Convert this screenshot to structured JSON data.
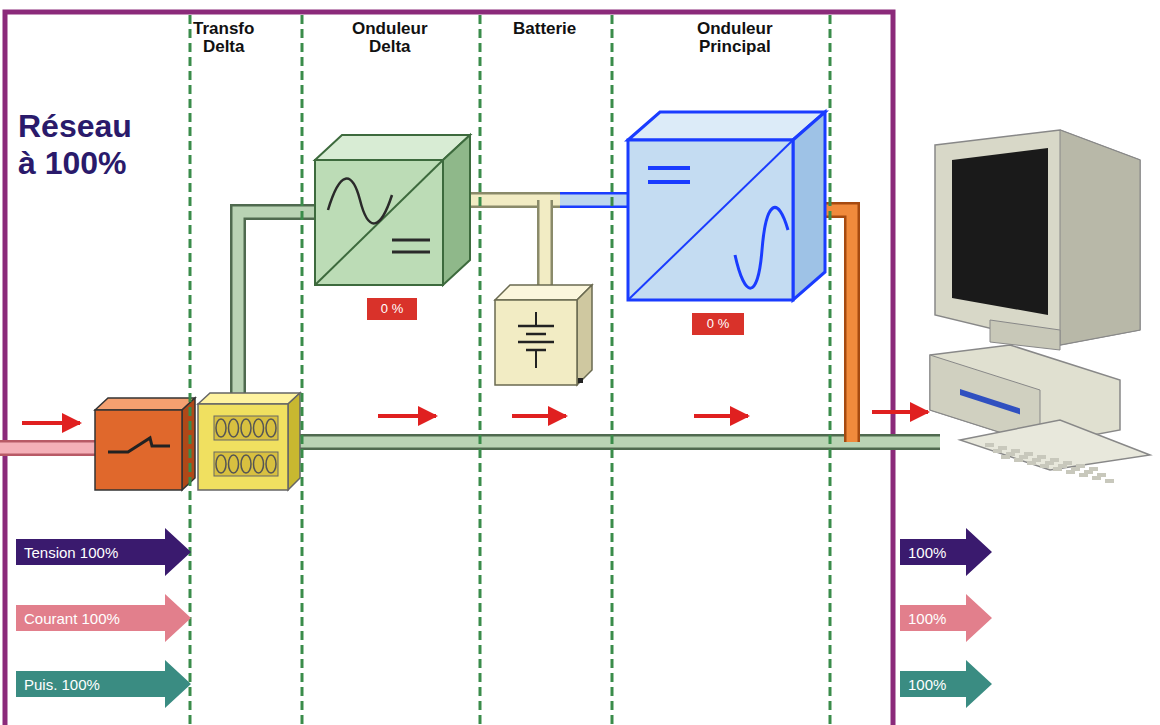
{
  "diagram": {
    "nodes": [
      {
        "text": [
          "0 %"
        ]
      },
      {
        "text": [
          "0 %"
        ]
      },
      {
        "text": [
          "Tension 100%"
        ]
      },
      {
        "text": [
          "Courant 100%"
        ]
      },
      {
        "text": [
          "Puis. 100%"
        ]
      },
      {
        "text": [
          "100%"
        ]
      },
      {
        "text": [
          "100%"
        ]
      },
      {
        "text": [
          "100%"
        ]
      }
    ],
    "labels": [
      "Transfo Delta",
      "Onduleur Delta",
      "Batterie",
      "Onduleur Principal",
      "Réseau à 100%"
    ]
  }
}
